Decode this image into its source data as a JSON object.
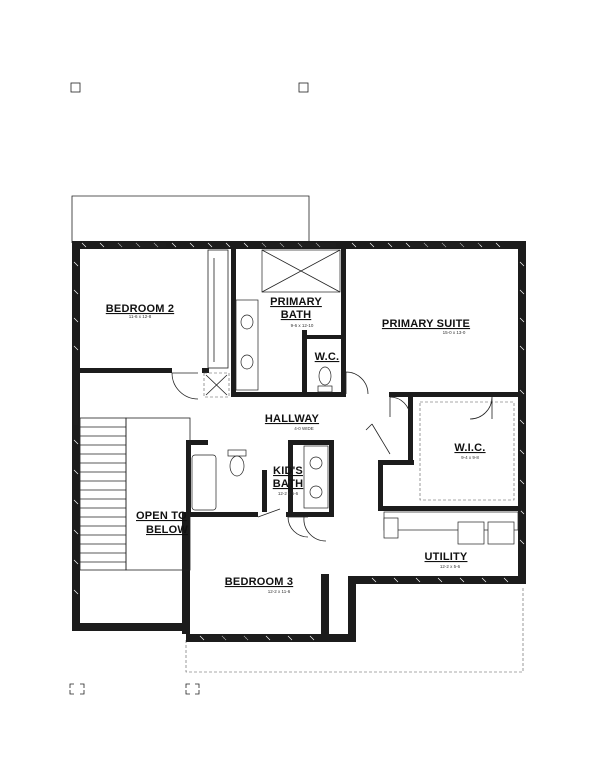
{
  "rooms": {
    "bedroom2": {
      "name": "BEDROOM 2",
      "dims": "11-6 x 12-8"
    },
    "primary_bath": {
      "name_line1": "PRIMARY",
      "name_line2": "BATH",
      "dims": "9-6 x 12-10"
    },
    "primary_suite": {
      "name": "PRIMARY SUITE",
      "dims": "15-0 x 13-0"
    },
    "wc_upper": {
      "name": "W.C."
    },
    "hallway": {
      "name": "HALLWAY",
      "dims": "4-0 WIDE"
    },
    "wic": {
      "name": "W.I.C.",
      "dims": "9-4 x 9-8"
    },
    "kids_bath": {
      "name_line1": "KID'S",
      "name_line2": "BATH",
      "dims": "12-2 x 5-6"
    },
    "open_to_below": {
      "line1": "OPEN TO",
      "line2": "BELOW"
    },
    "bedroom3": {
      "name": "BEDROOM 3",
      "dims": "12-2 x 11-6"
    },
    "utility": {
      "name": "UTILITY",
      "dims": "12-2 x 5-6"
    }
  }
}
